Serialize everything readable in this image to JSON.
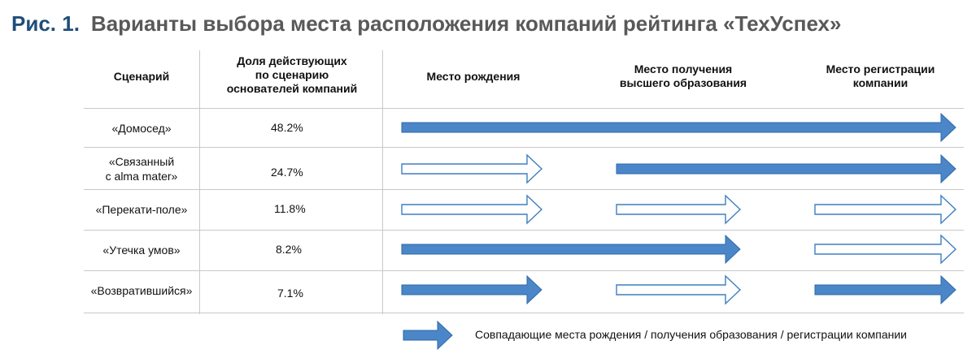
{
  "title": {
    "number": "Рис. 1.",
    "text": "Варианты выбора места расположения компаний рейтинга «ТехУспех»"
  },
  "headers": {
    "scenario": "Сценарий",
    "share": "Доля действующих\nпо сценарию\nоснователей компаний",
    "birthplace": "Место рождения",
    "education": "Место получения\nвысшего образования",
    "registration": "Место регистрации\nкомпании"
  },
  "rows": [
    {
      "scenario": "«Домосед»",
      "share": "48.2%",
      "arrows": [
        {
          "from": "birthplace",
          "to": "end",
          "filled": true
        }
      ]
    },
    {
      "scenario": "«Связанный\nс alma mater»",
      "share": "24.7%",
      "arrows": [
        {
          "from": "birthplace",
          "to": "birthplace",
          "filled": false
        },
        {
          "from": "education",
          "to": "end",
          "filled": true
        }
      ]
    },
    {
      "scenario": "«Перекати-поле»",
      "share": "11.8%",
      "arrows": [
        {
          "from": "birthplace",
          "to": "birthplace",
          "filled": false
        },
        {
          "from": "education",
          "to": "education",
          "filled": false
        },
        {
          "from": "registration",
          "to": "end",
          "filled": false
        }
      ]
    },
    {
      "scenario": "«Утечка умов»",
      "share": "8.2%",
      "arrows": [
        {
          "from": "birthplace",
          "to": "education",
          "filled": true
        },
        {
          "from": "registration",
          "to": "end",
          "filled": false
        }
      ]
    },
    {
      "scenario": "«Возвратившийся»",
      "share": "7.1%",
      "arrows": [
        {
          "from": "birthplace",
          "to": "birthplace",
          "filled": true
        },
        {
          "from": "education",
          "to": "education",
          "filled": false
        },
        {
          "from": "registration",
          "to": "end",
          "filled": true
        }
      ]
    }
  ],
  "legend": {
    "text": "Совпадающие места рождения / получения образования / регистрации компании",
    "filled": true
  },
  "colors": {
    "fill": "#4a86c8",
    "stroke": "#2e6aa8",
    "outline": "#3f7fc0"
  }
}
